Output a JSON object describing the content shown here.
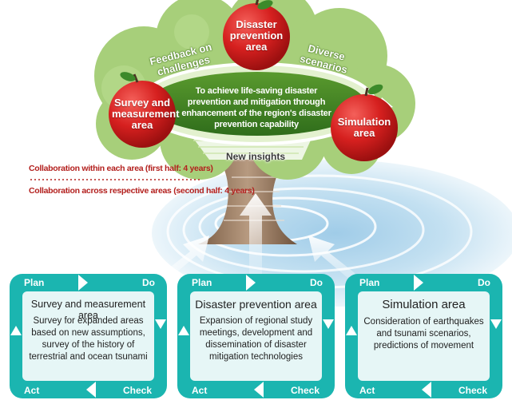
{
  "tree": {
    "apples": {
      "disaster_prevention": "Disaster prevention area",
      "survey": "Survey and measurement area",
      "simulation": "Simulation area"
    },
    "arc_labels": {
      "feedback": "Feedback on challenges",
      "diverse": "Diverse scenarios"
    },
    "center_goal": "To achieve life-saving disaster prevention and mitigation through enhancement of the region's disaster prevention capability",
    "new_insights": "New insights"
  },
  "collaboration": {
    "first_half": "Collaboration within each area (first half: 4 years)",
    "second_half": "Collaboration across respective areas (second half: 4 years)"
  },
  "pdca": {
    "plan": "Plan",
    "do": "Do",
    "check": "Check",
    "act": "Act"
  },
  "boxes": [
    {
      "title": "Survey and measurement area",
      "body": "Survey for expanded areas based on new assumptions, survey of the history of terrestrial and ocean tsunami"
    },
    {
      "title": "Disaster prevention area",
      "body": "Expansion of regional study meetings, development and dissemination of disaster mitigation technologies"
    },
    {
      "title": "Simulation area",
      "body": "Consideration of earthquakes and tsunami scenarios, predictions of movement"
    }
  ],
  "colors": {
    "teal": "#1bb5b0",
    "foliage": "#a7cf7a",
    "trunk": "#9a7c62",
    "apple": "#d6201f",
    "collab_red": "#b3201e",
    "water": "#bcdcef"
  }
}
